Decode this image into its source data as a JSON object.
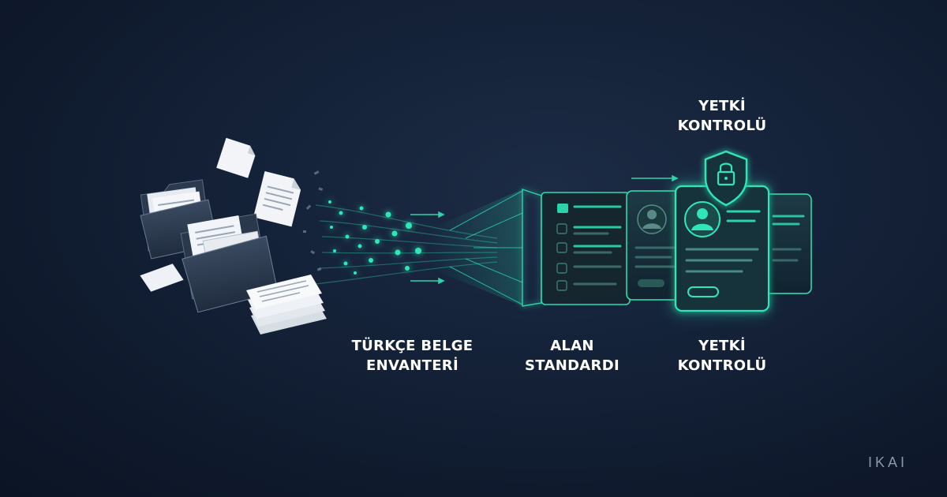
{
  "stages": {
    "inventory": {
      "line1": "TÜRKÇE BELGE",
      "line2": "ENVANTERİ"
    },
    "standard": {
      "line1": "ALAN",
      "line2": "STANDARDI"
    },
    "authorization": {
      "line1": "YETKİ",
      "line2": "KONTROLÜ"
    }
  },
  "auth_header": {
    "line1": "YETKİ",
    "line2": "KONTROLÜ"
  },
  "brand": "IKAI",
  "colors": {
    "background": "#101c30",
    "accent": "#2ee6b8",
    "label_text": "#ffffff",
    "brand_text": "#8b97a8"
  },
  "icons": [
    "folder-icon",
    "document-icon",
    "paper-stack-icon",
    "data-stream",
    "form-icon",
    "profile-card-icon",
    "shield-lock-icon"
  ]
}
